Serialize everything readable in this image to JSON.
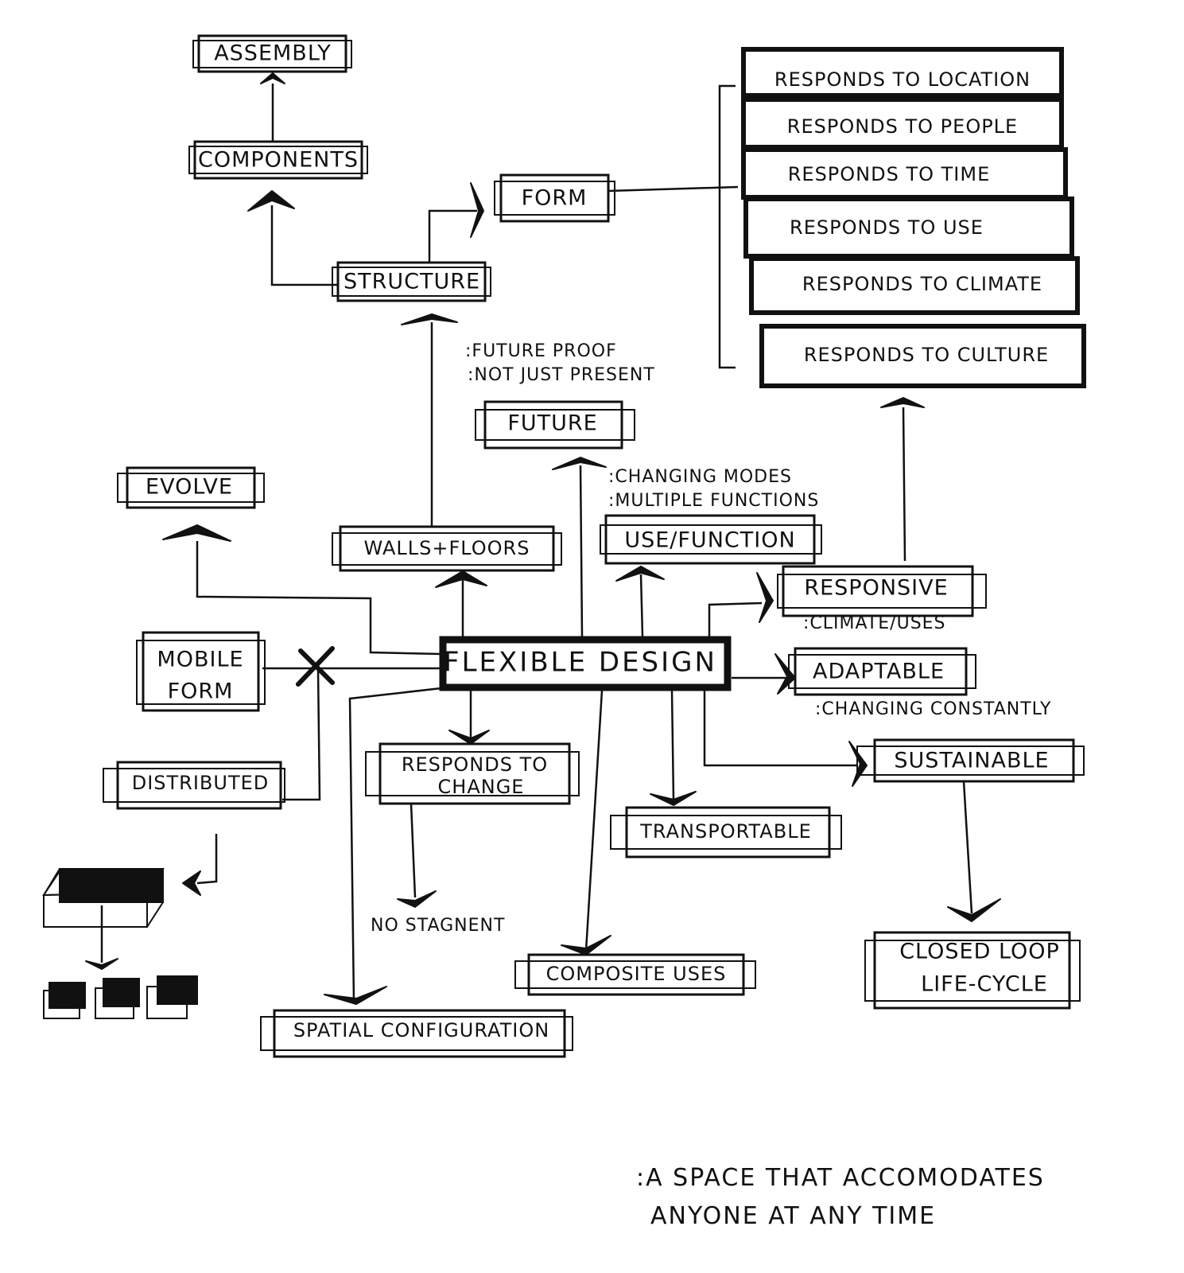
{
  "nodes": {
    "assembly": "ASSEMBLY",
    "components": "COMPONENTS",
    "structure": "STRUCTURE",
    "form": "FORM",
    "responds_location": "RESPONDS TO LOCATION",
    "responds_people": "RESPONDS TO PEOPLE",
    "responds_time": "RESPONDS TO TIME",
    "responds_use": "RESPONDS TO USE",
    "responds_climate": "RESPONDS TO CLIMATE",
    "responds_culture": "RESPONDS TO CULTURE",
    "future": "FUTURE",
    "evolve": "EVOLVE",
    "walls_floors": "WALLS+FLOORS",
    "use_function": "USE/FUNCTION",
    "responsive": "RESPONSIVE",
    "flexible_design": "FLEXIBLE DESIGN",
    "mobile_form_1": "MOBILE",
    "mobile_form_2": "FORM",
    "adaptable": "ADAPTABLE",
    "distributed": "DISTRIBUTED",
    "responds_change_1": "RESPONDS TO",
    "responds_change_2": "CHANGE",
    "sustainable": "SUSTAINABLE",
    "transportable": "TRANSPORTABLE",
    "composite_uses": "COMPOSITE USES",
    "spatial_configuration": "SPATIAL CONFIGURATION",
    "closed_loop_1": "CLOSED LOOP",
    "closed_loop_2": "LIFE-CYCLE"
  },
  "notes": {
    "future_proof": ":FUTURE PROOF",
    "not_just_present": ":NOT JUST PRESENT",
    "changing_modes": ":CHANGING MODES",
    "multiple_functions": ":MULTIPLE FUNCTIONS",
    "climate_uses": ":CLIMATE/USES",
    "changing_constantly": ":CHANGING CONSTANTLY",
    "no_stagnent": "NO STAGNENT",
    "footer_line1": ":A SPACE THAT ACCOMODATES",
    "footer_line2": "ANYONE AT ANY TIME"
  }
}
